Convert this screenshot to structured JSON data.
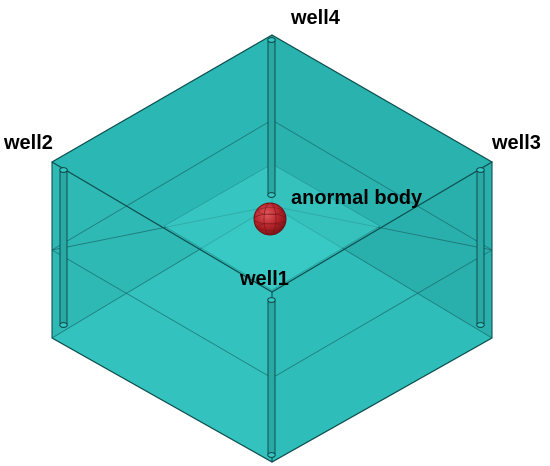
{
  "labels": {
    "well1": "well1",
    "well2": "well2",
    "well3": "well3",
    "well4": "well4",
    "anomaly": "anormal body"
  },
  "colors": {
    "box_face": "#33c2be",
    "box_top": "#2fc0bc",
    "box_side_dark": "#24a8a4",
    "edge": "#0e4f4f",
    "anomaly": "#c0272d",
    "label": "#000000"
  }
}
